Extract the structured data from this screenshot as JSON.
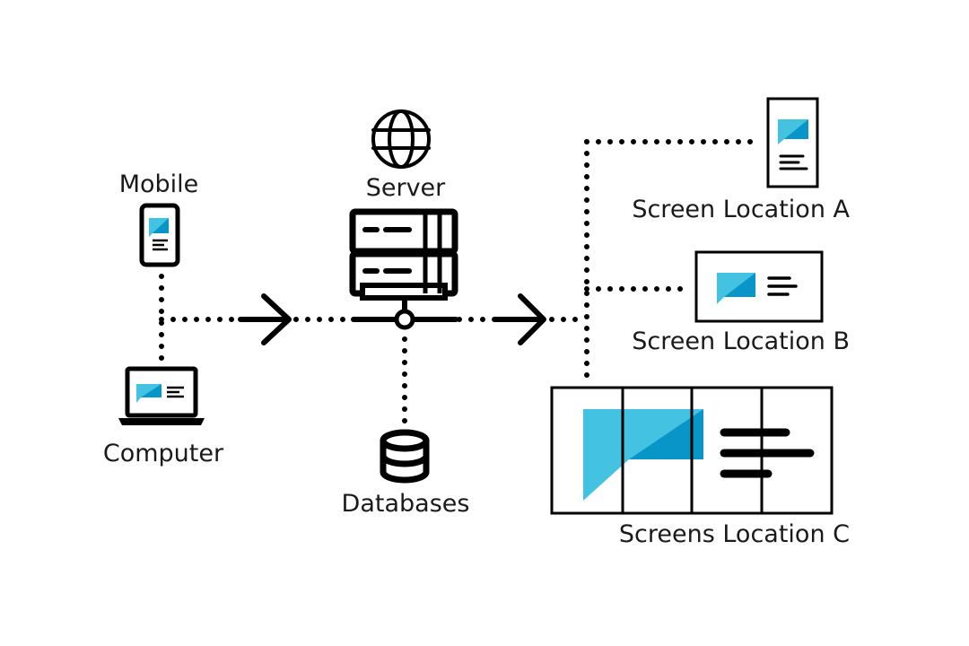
{
  "nodes": {
    "mobile": "Mobile",
    "computer": "Computer",
    "server": "Server",
    "databases": "Databases",
    "screen_a": "Screen Location A",
    "screen_b": "Screen Location B",
    "screens_c": "Screens Location C"
  },
  "colors": {
    "accent_light": "#44c2e2",
    "accent_dark": "#0896c8",
    "line": "#000000",
    "background": "#ffffff"
  },
  "icons": {
    "globe": "globe-icon",
    "server": "server-rack-icon",
    "database": "database-icon",
    "phone": "phone-icon",
    "laptop": "laptop-icon"
  }
}
